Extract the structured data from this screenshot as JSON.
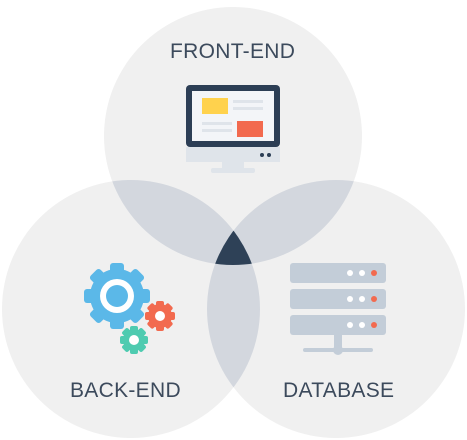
{
  "diagram": {
    "type": "venn",
    "sets": [
      {
        "id": "front-end",
        "label": "FRONT-END",
        "icon": "monitor-icon"
      },
      {
        "id": "back-end",
        "label": "BACK-END",
        "icon": "gears-icon"
      },
      {
        "id": "database",
        "label": "DATABASE",
        "icon": "server-rack-icon"
      }
    ]
  },
  "colors": {
    "circle_fill": "#f0f0f0",
    "pair_overlap": "#d3d7de",
    "center_overlap": "#2e4157",
    "label_text": "#3c4a5c",
    "monitor_frame": "#2c3e55",
    "monitor_screen": "#f3f5f8",
    "monitor_base": "#dfe4ea",
    "accent_yellow": "#ffd24d",
    "accent_red": "#f26a4f",
    "gear_blue": "#5bb8e8",
    "gear_red": "#f26a4f",
    "gear_teal": "#4ecbb0",
    "server_body": "#c3cdd8",
    "server_led_dot": "#ffffff",
    "server_led_red": "#f26a4f"
  }
}
